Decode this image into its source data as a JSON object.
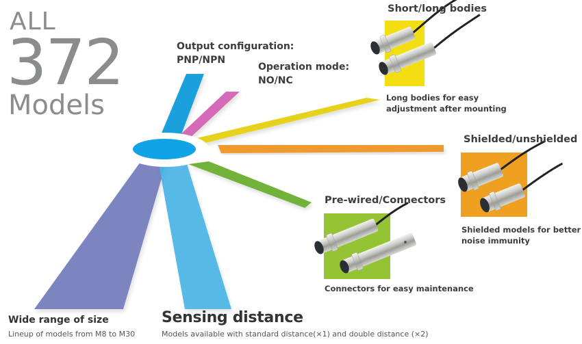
{
  "hero": {
    "prefix": "ALL",
    "count": "372",
    "suffix": "Models"
  },
  "beams": [
    {
      "id": "output-configuration",
      "title_line1": "Output configuration:",
      "title_line2": "PNP/NPN",
      "color": "#1ea0dc"
    },
    {
      "id": "operation-mode",
      "title_line1": "Operation mode:",
      "title_line2": "NO/NC",
      "color": "#d46bb8"
    },
    {
      "id": "short-long-bodies",
      "color": "#e6d21e"
    },
    {
      "id": "shielded-unshielded",
      "color": "#ee9a2e"
    },
    {
      "id": "pre-wired-connectors",
      "color": "#72b23a"
    },
    {
      "id": "wide-range-of-size",
      "color": "#7b85c0"
    },
    {
      "id": "sensing-distance",
      "color": "#4ab4e4"
    }
  ],
  "hub_color": "#10a4e6",
  "features": {
    "short_long": {
      "title": "Short/long bodies",
      "caption_line1": "Long bodies for easy",
      "caption_line2": "adjustment after mounting",
      "bg": "#f2de12"
    },
    "shielded": {
      "title": "Shielded/unshielded",
      "caption_line1": "Shielded models for better",
      "caption_line2": "noise immunity",
      "bg": "#f0a020"
    },
    "prewired": {
      "title": "Pre-wired/Connectors",
      "caption_line1": "Connectors for easy maintenance",
      "bg": "#94c434"
    }
  },
  "bottom": {
    "size_title": "Wide range of size",
    "size_sub": "Lineup of models from M8 to M30",
    "sensing_title": "Sensing distance",
    "sensing_sub": "Models available with standard distance(×1) and double distance (×2)"
  }
}
